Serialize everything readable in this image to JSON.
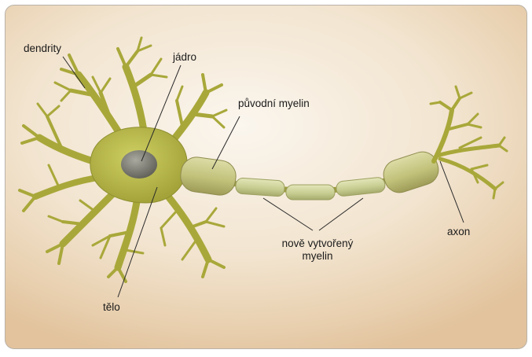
{
  "labels": {
    "dendrity": "dendrity",
    "jadro": "jádro",
    "puvodni_myelin": "původní myelin",
    "nove_line1": "nově vytvořený",
    "nove_line2": "myelin",
    "axon": "axon",
    "telo": "tělo"
  },
  "colors": {
    "cell": "#b7b744",
    "cell_dark": "#8c8a2a",
    "myelin_old": "#c4c47c",
    "myelin_new": "#c9cf95",
    "nucleus": "#7a7a70",
    "leader": "#2a2a2a"
  }
}
